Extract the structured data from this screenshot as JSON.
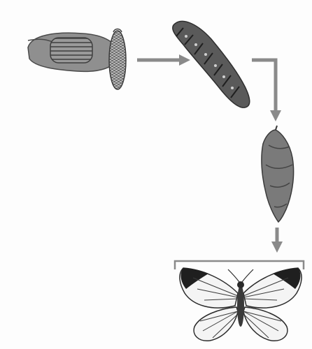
{
  "diagram": {
    "stages": [
      {
        "id": "egg",
        "icon": "egg-on-leaf-icon"
      },
      {
        "id": "larva",
        "icon": "caterpillar-icon"
      },
      {
        "id": "pupa",
        "icon": "chrysalis-icon"
      },
      {
        "id": "adult",
        "icon": "butterfly-icon"
      }
    ],
    "connectors": [
      {
        "from": "egg",
        "to": "larva",
        "icon": "arrow-right-icon"
      },
      {
        "from": "larva",
        "to": "pupa",
        "icon": "arrow-elbow-down-icon"
      },
      {
        "from": "pupa",
        "to": "adult",
        "icon": "arrow-down-icon"
      }
    ],
    "colors": {
      "arrow": "#8a8a8a",
      "leaf": "#8f8f8f",
      "stage_dark": "#4a4a4a",
      "stage_mid": "#7a7a7a",
      "background": "#fdfdfd"
    }
  }
}
